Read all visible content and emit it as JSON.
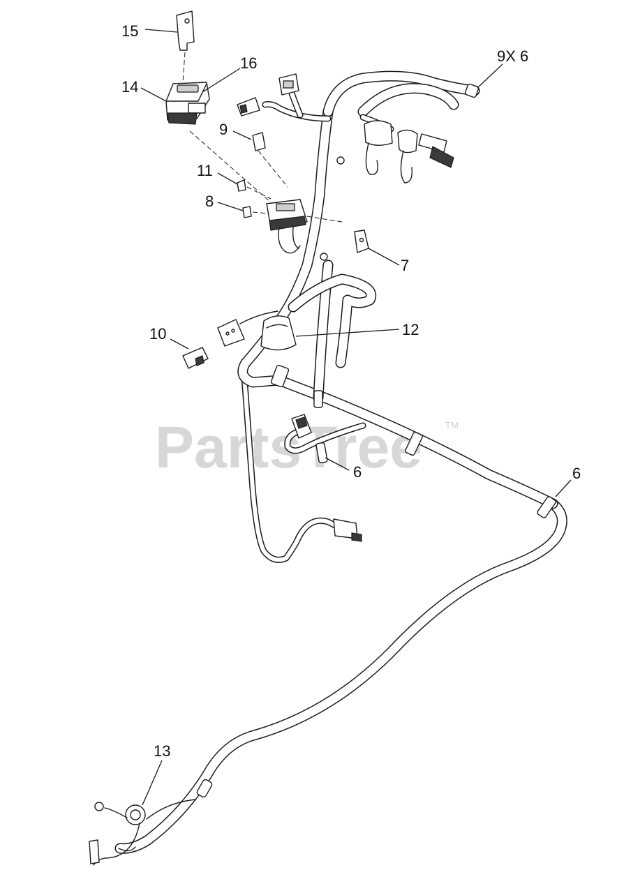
{
  "watermark": {
    "text": "PartsTree",
    "trademark": "TM"
  },
  "callouts": [
    {
      "id": "c15",
      "label": "15"
    },
    {
      "id": "c16",
      "label": "16"
    },
    {
      "id": "c14",
      "label": "14"
    },
    {
      "id": "c9x6",
      "label": "9X 6"
    },
    {
      "id": "c9",
      "label": "9"
    },
    {
      "id": "c11",
      "label": "11"
    },
    {
      "id": "c8",
      "label": "8"
    },
    {
      "id": "c7",
      "label": "7"
    },
    {
      "id": "c10",
      "label": "10"
    },
    {
      "id": "c12",
      "label": "12"
    },
    {
      "id": "c6a",
      "label": "6"
    },
    {
      "id": "c6b",
      "label": "6"
    },
    {
      "id": "c13",
      "label": "13"
    }
  ]
}
